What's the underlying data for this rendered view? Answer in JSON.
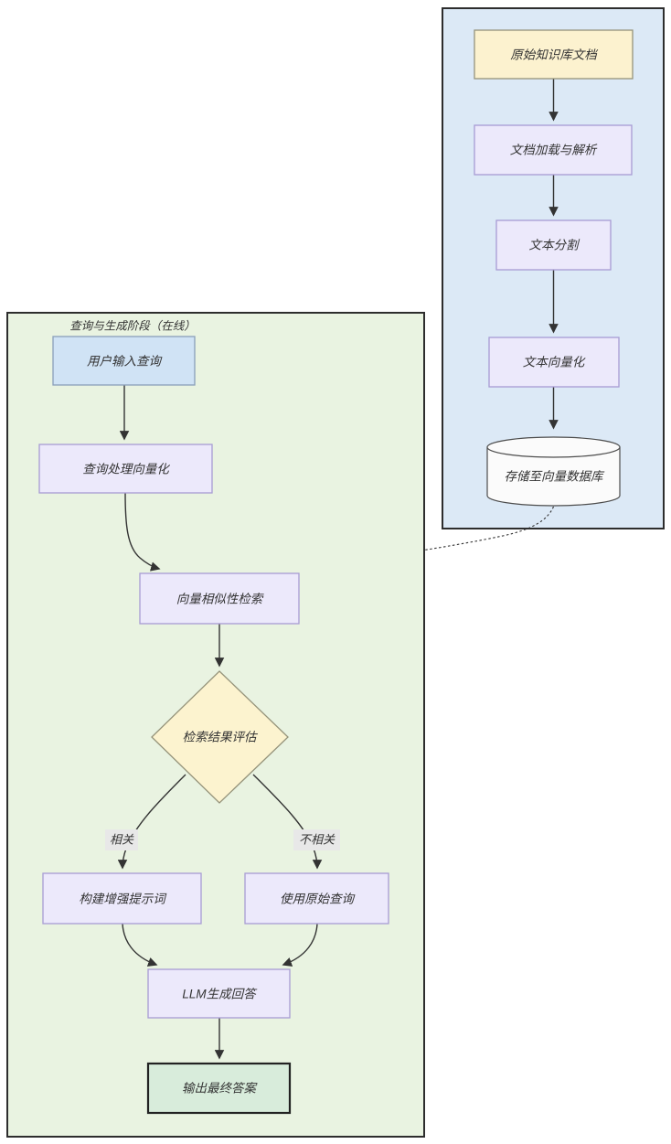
{
  "offline_pipeline": {
    "nodes": {
      "source_docs": "原始知识库文档",
      "doc_parse": "文档加载与解析",
      "text_split": "文本分割",
      "text_vectorize": "文本向量化",
      "vector_store": "存储至向量数据库"
    }
  },
  "online_pipeline": {
    "title": "查询与生成阶段（在线）",
    "nodes": {
      "user_query": "用户输入查询",
      "query_vectorize": "查询处理向量化",
      "similarity_search": "向量相似性检索",
      "eval_decision": "检索结果评估",
      "build_prompt": "构建增强提示词",
      "use_original_query": "使用原始查询",
      "llm_generate": "LLM生成回答",
      "final_answer": "输出最终答案"
    },
    "edge_labels": {
      "relevant": "相关",
      "not_relevant": "不相关"
    }
  },
  "colors": {
    "offline_container_bg": "#dce9f6",
    "online_container_bg": "#e9f3e1",
    "container_border": "#2d2d2d",
    "node_purple_fill": "#ece9fb",
    "node_purple_border": "#a79cd3",
    "node_yellow_fill": "#fcf2cf",
    "node_yellow_border": "#95937a",
    "node_blue_fill": "#d0e3f5",
    "node_blue_border": "#8a9fba",
    "node_green_fill": "#d8ecdb",
    "node_green_border": "#222222",
    "cylinder_fill": "#fbfbfb",
    "cylinder_border": "#4d4d4d",
    "edge_color": "#333333",
    "edge_label_bg": "#e8e8e8",
    "text_color": "#333333"
  }
}
